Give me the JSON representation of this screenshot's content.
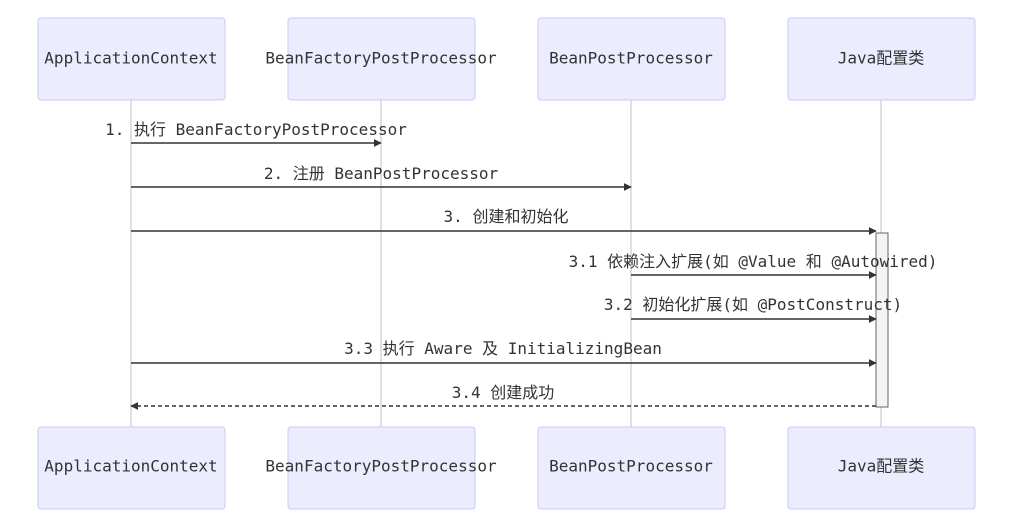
{
  "participants": [
    {
      "id": "ctx",
      "label": "ApplicationContext"
    },
    {
      "id": "bfpp",
      "label": "BeanFactoryPostProcessor"
    },
    {
      "id": "bpp",
      "label": "BeanPostProcessor"
    },
    {
      "id": "cfg",
      "label": "Java配置类"
    }
  ],
  "messages": [
    {
      "label": "1. 执行 BeanFactoryPostProcessor",
      "from": "ctx",
      "to": "bfpp",
      "dashed": false
    },
    {
      "label": "2. 注册 BeanPostProcessor",
      "from": "ctx",
      "to": "bpp",
      "dashed": false
    },
    {
      "label": "3. 创建和初始化",
      "from": "ctx",
      "to": "cfg",
      "dashed": false
    },
    {
      "label": "3.1 依赖注入扩展(如 @Value 和 @Autowired)",
      "from": "bpp",
      "to": "cfg",
      "dashed": false
    },
    {
      "label": "3.2 初始化扩展(如 @PostConstruct)",
      "from": "bpp",
      "to": "cfg",
      "dashed": false
    },
    {
      "label": "3.3 执行 Aware 及 InitializingBean",
      "from": "ctx",
      "to": "cfg",
      "dashed": false
    },
    {
      "label": "3.4 创建成功",
      "from": "cfg",
      "to": "ctx",
      "dashed": true
    }
  ],
  "colors": {
    "actor_fill": "#ECECFF",
    "actor_border": "#c9c9f5",
    "line": "#333333",
    "lifeline": "#999999"
  }
}
